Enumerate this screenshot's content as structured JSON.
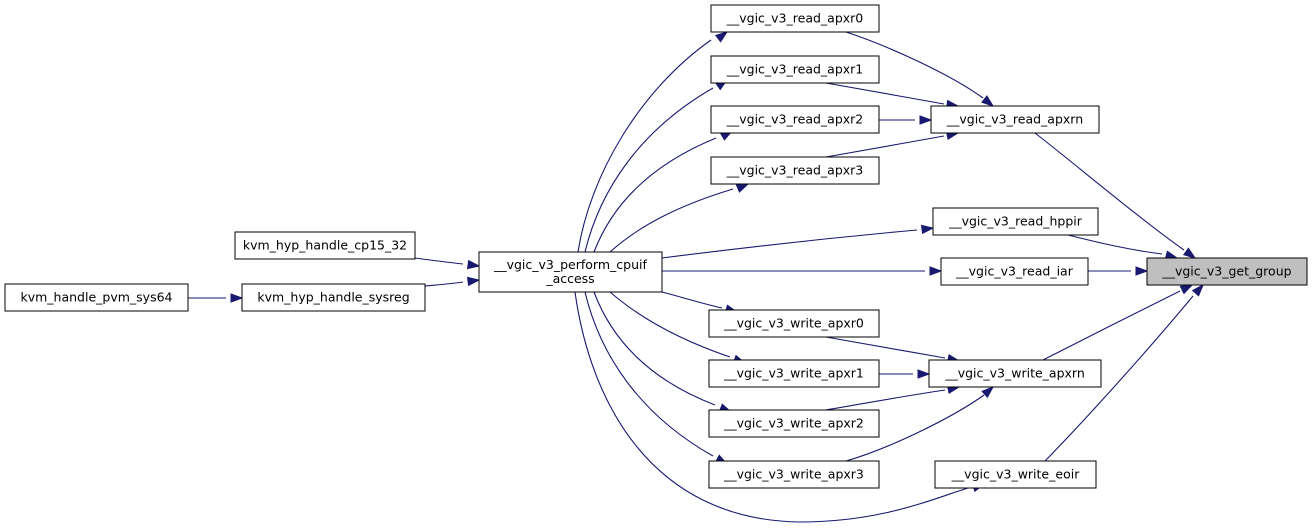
{
  "graph": {
    "focus_node": "n_get_group",
    "colors": {
      "edge": "#191970",
      "node_border": "#000000",
      "node_fill": "#ffffff",
      "focus_fill": "#bfbfbf"
    },
    "nodes": [
      {
        "id": "n_read_apxr0",
        "lines": [
          "__vgic_v3_read_apxr0"
        ]
      },
      {
        "id": "n_read_apxr1",
        "lines": [
          "__vgic_v3_read_apxr1"
        ]
      },
      {
        "id": "n_read_apxr2",
        "lines": [
          "__vgic_v3_read_apxr2"
        ]
      },
      {
        "id": "n_read_apxr3",
        "lines": [
          "__vgic_v3_read_apxr3"
        ]
      },
      {
        "id": "n_read_apxrn",
        "lines": [
          "__vgic_v3_read_apxrn"
        ]
      },
      {
        "id": "n_read_hppir",
        "lines": [
          "__vgic_v3_read_hppir"
        ]
      },
      {
        "id": "n_read_iar",
        "lines": [
          "__vgic_v3_read_iar"
        ]
      },
      {
        "id": "n_get_group",
        "lines": [
          "__vgic_v3_get_group"
        ]
      },
      {
        "id": "n_cp15_32",
        "lines": [
          "kvm_hyp_handle_cp15_32"
        ]
      },
      {
        "id": "n_perform",
        "lines": [
          "__vgic_v3_perform_cpuif",
          "_access"
        ]
      },
      {
        "id": "n_sysreg",
        "lines": [
          "kvm_hyp_handle_sysreg"
        ]
      },
      {
        "id": "n_pvm_sys64",
        "lines": [
          "kvm_handle_pvm_sys64"
        ]
      },
      {
        "id": "n_write_apxr0",
        "lines": [
          "__vgic_v3_write_apxr0"
        ]
      },
      {
        "id": "n_write_apxr1",
        "lines": [
          "__vgic_v3_write_apxr1"
        ]
      },
      {
        "id": "n_write_apxr2",
        "lines": [
          "__vgic_v3_write_apxr2"
        ]
      },
      {
        "id": "n_write_apxr3",
        "lines": [
          "__vgic_v3_write_apxr3"
        ]
      },
      {
        "id": "n_write_apxrn",
        "lines": [
          "__vgic_v3_write_apxrn"
        ]
      },
      {
        "id": "n_write_eoir",
        "lines": [
          "__vgic_v3_write_eoir"
        ]
      }
    ],
    "edges": [
      {
        "from": "n_read_apxrn",
        "to": "n_get_group"
      },
      {
        "from": "n_read_hppir",
        "to": "n_get_group"
      },
      {
        "from": "n_read_iar",
        "to": "n_get_group"
      },
      {
        "from": "n_write_apxrn",
        "to": "n_get_group"
      },
      {
        "from": "n_write_eoir",
        "to": "n_get_group"
      },
      {
        "from": "n_read_apxr0",
        "to": "n_read_apxrn"
      },
      {
        "from": "n_read_apxr1",
        "to": "n_read_apxrn"
      },
      {
        "from": "n_read_apxr2",
        "to": "n_read_apxrn"
      },
      {
        "from": "n_read_apxr3",
        "to": "n_read_apxrn"
      },
      {
        "from": "n_write_apxr0",
        "to": "n_write_apxrn"
      },
      {
        "from": "n_write_apxr1",
        "to": "n_write_apxrn"
      },
      {
        "from": "n_write_apxr2",
        "to": "n_write_apxrn"
      },
      {
        "from": "n_write_apxr3",
        "to": "n_write_apxrn"
      },
      {
        "from": "n_perform",
        "to": "n_read_apxr0"
      },
      {
        "from": "n_perform",
        "to": "n_read_apxr1"
      },
      {
        "from": "n_perform",
        "to": "n_read_apxr2"
      },
      {
        "from": "n_perform",
        "to": "n_read_apxr3"
      },
      {
        "from": "n_perform",
        "to": "n_read_hppir"
      },
      {
        "from": "n_perform",
        "to": "n_read_iar"
      },
      {
        "from": "n_perform",
        "to": "n_write_apxr0"
      },
      {
        "from": "n_perform",
        "to": "n_write_apxr1"
      },
      {
        "from": "n_perform",
        "to": "n_write_apxr2"
      },
      {
        "from": "n_perform",
        "to": "n_write_apxr3"
      },
      {
        "from": "n_perform",
        "to": "n_write_eoir"
      },
      {
        "from": "n_cp15_32",
        "to": "n_perform"
      },
      {
        "from": "n_sysreg",
        "to": "n_perform"
      },
      {
        "from": "n_pvm_sys64",
        "to": "n_sysreg"
      }
    ]
  }
}
